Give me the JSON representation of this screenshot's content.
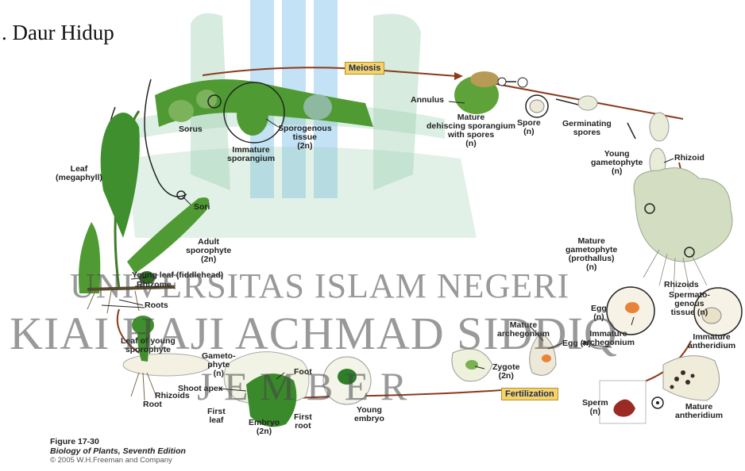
{
  "heading": ". Daur Hidup",
  "phases": {
    "meiosis": "Meiosis",
    "fertilization": "Fertilization"
  },
  "labels": {
    "annulus": "Annulus",
    "mature_sporangium": "Mature\ndehiscing sporangium\nwith spores\n(n)",
    "spore": "Spore\n(n)",
    "germinating": "Germinating\nspores",
    "young_gametophyte": "Young\ngametophyte\n(n)",
    "rhizoid_top": "Rhizoid",
    "sorus": "Sorus",
    "sporogenous": "Sporogenous\ntissue\n(2n)",
    "immature_sporangium": "Immature\nsporangium",
    "leaf": "Leaf\n(megaphyll)",
    "sori": "Sori",
    "adult_sporophyte": "Adult\nsporophyte\n(2n)",
    "young_leaf": "Young leaf (fiddlehead)",
    "rhizome": "Rhizome",
    "roots": "Roots",
    "mature_gametophyte": "Mature\ngametophyte\n(prothallus)\n(n)",
    "rhizoids_right": "Rhizoids",
    "spermatogenous": "Spermato-\ngenous\ntissue (n)",
    "egg_top": "Egg\n(n)",
    "mature_archegonium": "Mature\narchegonium",
    "immature_archegonium": "Immature\narchegonium",
    "immature_antheridium": "Immature\nantheridium",
    "egg_bottom": "Egg (n)",
    "zygote": "Zygote\n(2n)",
    "sperm": "Sperm\n(n)",
    "mature_antheridium": "Mature\nantheridium",
    "young_embryo": "Young\nembryo",
    "gametophyte": "Gameto-\nphyte\n(n)",
    "foot": "Foot",
    "shoot_apex": "Shoot apex",
    "first_leaf": "First\nleaf",
    "embryo": "Embryo\n(2n)",
    "first_root": "First\nroot",
    "leaf_young_sporophyte": "Leaf of young\nsporophyte",
    "rhizoids_bottom": "Rhizoids",
    "root": "Root"
  },
  "watermark": {
    "line1": "UNIVERSITAS ISLAM NEGERI",
    "line2": "KIAI HAJI ACHMAD SIDDIQ",
    "line3": "J E M B E R"
  },
  "caption": {
    "figure": "Figure 17-30",
    "book": "Biology of Plants, Seventh Edition",
    "copyright": "© 2005 W.H.Freeman and Company"
  },
  "colors": {
    "cycle_arrow": "#8b3a1a",
    "plant_green": "#3f8f2e",
    "gametophyte_green": "#c9d9b6",
    "logo_green": "#2f9a5a",
    "logo_blue": "#4aa8e0"
  }
}
